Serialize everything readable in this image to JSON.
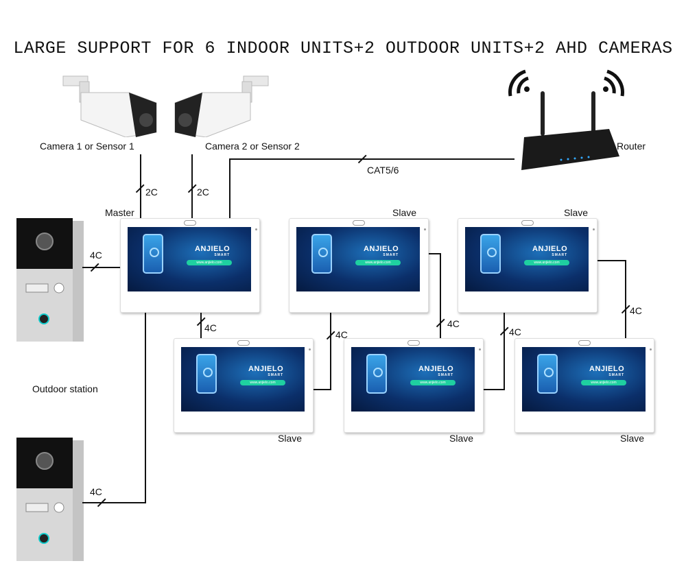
{
  "title": "LARGE SUPPORT FOR 6 INDOOR UNITS+2 OUTDOOR UNITS+2 AHD CAMERAS",
  "labels": {
    "camera1": "Camera 1 or Sensor 1",
    "camera2": "Camera 2 or Sensor 2",
    "router": "Router",
    "master": "Master",
    "slave": "Slave",
    "outdoor": "Outdoor station"
  },
  "wires": {
    "cam1": "2C",
    "cam2": "2C",
    "network": "CAT5/6",
    "fourc": "4C"
  },
  "monitor": {
    "brand": "ANJIELO",
    "brand_sub": "SMART",
    "url": "www.anjielo.com"
  }
}
